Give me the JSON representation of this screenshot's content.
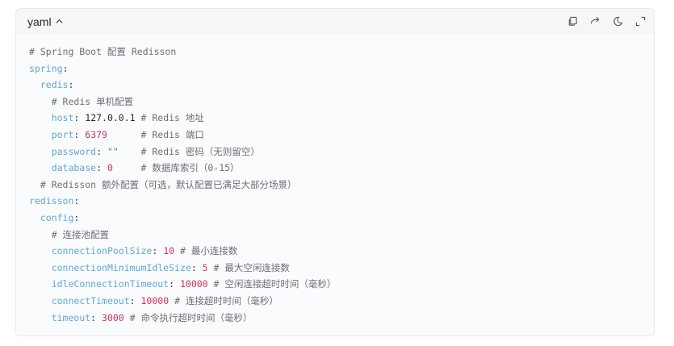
{
  "header": {
    "language": "yaml",
    "icons": [
      "copy-icon",
      "wrap-icon",
      "theme-icon",
      "expand-icon"
    ]
  },
  "code_lines": [
    {
      "indent": "",
      "parts": [
        {
          "t": "c",
          "v": "# Spring Boot 配置 Redisson"
        }
      ]
    },
    {
      "indent": "",
      "parts": [
        {
          "t": "k",
          "v": "spring"
        },
        {
          "t": "p",
          "v": ":"
        }
      ]
    },
    {
      "indent": "  ",
      "parts": [
        {
          "t": "k",
          "v": "redis"
        },
        {
          "t": "p",
          "v": ":"
        }
      ]
    },
    {
      "indent": "    ",
      "parts": [
        {
          "t": "c",
          "v": "# Redis 单机配置"
        }
      ]
    },
    {
      "indent": "    ",
      "parts": [
        {
          "t": "k",
          "v": "host"
        },
        {
          "t": "p",
          "v": ": "
        },
        {
          "t": "v",
          "v": "127.0.0.1"
        },
        {
          "t": "p",
          "v": " "
        },
        {
          "t": "c",
          "v": "# Redis 地址"
        }
      ]
    },
    {
      "indent": "    ",
      "parts": [
        {
          "t": "k",
          "v": "port"
        },
        {
          "t": "p",
          "v": ": "
        },
        {
          "t": "n",
          "v": "6379"
        },
        {
          "t": "p",
          "v": "      "
        },
        {
          "t": "c",
          "v": "# Redis 端口"
        }
      ]
    },
    {
      "indent": "    ",
      "parts": [
        {
          "t": "k",
          "v": "password"
        },
        {
          "t": "p",
          "v": ": "
        },
        {
          "t": "s",
          "v": "\"\""
        },
        {
          "t": "p",
          "v": "    "
        },
        {
          "t": "c",
          "v": "# Redis 密码（无则留空）"
        }
      ]
    },
    {
      "indent": "    ",
      "parts": [
        {
          "t": "k",
          "v": "database"
        },
        {
          "t": "p",
          "v": ": "
        },
        {
          "t": "n",
          "v": "0"
        },
        {
          "t": "p",
          "v": "     "
        },
        {
          "t": "c",
          "v": "# 数据库索引（0-15）"
        }
      ]
    },
    {
      "indent": "  ",
      "parts": [
        {
          "t": "c",
          "v": "# Redisson 额外配置（可选，默认配置已满足大部分场景）"
        }
      ]
    },
    {
      "indent": "",
      "parts": [
        {
          "t": "k",
          "v": "redisson"
        },
        {
          "t": "p",
          "v": ":"
        }
      ]
    },
    {
      "indent": "  ",
      "parts": [
        {
          "t": "k",
          "v": "config"
        },
        {
          "t": "p",
          "v": ":"
        }
      ]
    },
    {
      "indent": "    ",
      "parts": [
        {
          "t": "c",
          "v": "# 连接池配置"
        }
      ]
    },
    {
      "indent": "    ",
      "parts": [
        {
          "t": "k",
          "v": "connectionPoolSize"
        },
        {
          "t": "p",
          "v": ": "
        },
        {
          "t": "n",
          "v": "10"
        },
        {
          "t": "p",
          "v": " "
        },
        {
          "t": "c",
          "v": "# 最小连接数"
        }
      ]
    },
    {
      "indent": "    ",
      "parts": [
        {
          "t": "k",
          "v": "connectionMinimumIdleSize"
        },
        {
          "t": "p",
          "v": ": "
        },
        {
          "t": "n",
          "v": "5"
        },
        {
          "t": "p",
          "v": " "
        },
        {
          "t": "c",
          "v": "# 最大空闲连接数"
        }
      ]
    },
    {
      "indent": "    ",
      "parts": [
        {
          "t": "k",
          "v": "idleConnectionTimeout"
        },
        {
          "t": "p",
          "v": ": "
        },
        {
          "t": "n",
          "v": "10000"
        },
        {
          "t": "p",
          "v": " "
        },
        {
          "t": "c",
          "v": "# 空闲连接超时时间（毫秒）"
        }
      ]
    },
    {
      "indent": "    ",
      "parts": [
        {
          "t": "k",
          "v": "connectTimeout"
        },
        {
          "t": "p",
          "v": ": "
        },
        {
          "t": "n",
          "v": "10000"
        },
        {
          "t": "p",
          "v": " "
        },
        {
          "t": "c",
          "v": "# 连接超时时间（毫秒）"
        }
      ]
    },
    {
      "indent": "    ",
      "parts": [
        {
          "t": "k",
          "v": "timeout"
        },
        {
          "t": "p",
          "v": ": "
        },
        {
          "t": "n",
          "v": "3000"
        },
        {
          "t": "p",
          "v": " "
        },
        {
          "t": "c",
          "v": "# 命令执行超时时间（毫秒）"
        }
      ]
    }
  ]
}
